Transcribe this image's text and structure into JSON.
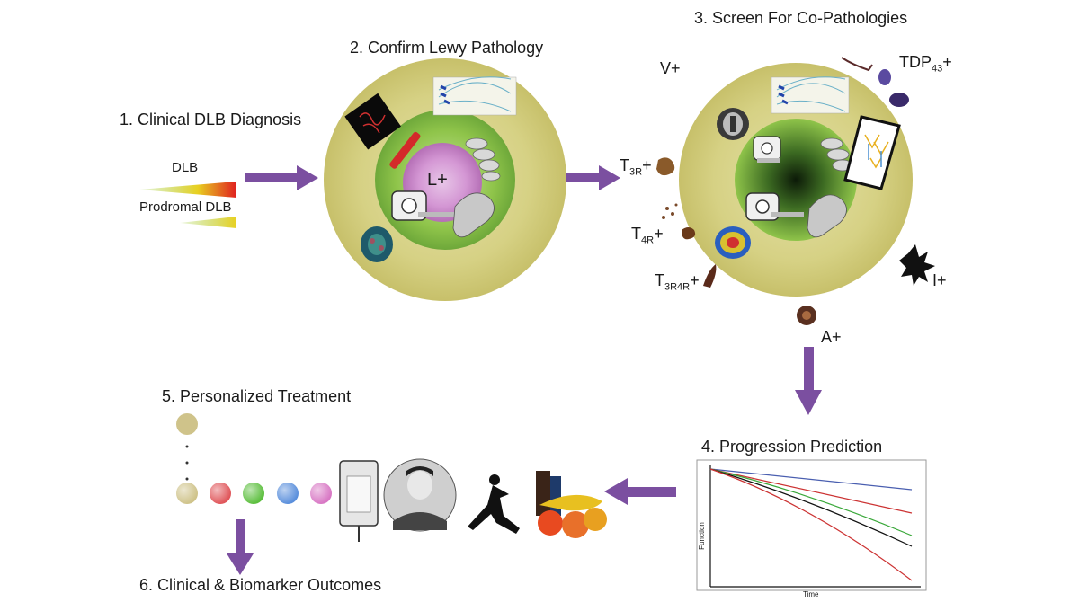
{
  "steps": {
    "step1": "1. Clinical DLB Diagnosis",
    "step2": "2. Confirm Lewy Pathology",
    "step3": "3. Screen For Co-Pathologies",
    "step4": "4. Progression Prediction",
    "step5": "5. Personalized Treatment",
    "step6": "6. Clinical & Biomarker Outcomes"
  },
  "gradient_labels": {
    "dlb": "DLB",
    "prodromal": "Prodromal DLB"
  },
  "circle_labels": {
    "lewy": "L+"
  },
  "copathology": {
    "vascular": "V+",
    "tdp_main": "TDP",
    "tdp_sub": "43",
    "t3r_sub": "3R",
    "t4r_sub": "4R",
    "t3r4r_sub": "3R4R",
    "tau_main": "T",
    "plus": "+",
    "inflammation": "I+",
    "amyloid": "A+"
  },
  "progression_chart": {
    "ylabel": "Function",
    "xlabel": "Time",
    "line_colors": [
      "#4a5fb0",
      "#cc3333",
      "#3aa83a",
      "#111111",
      "#cc3333"
    ]
  },
  "treatment_pills": {
    "colors": [
      "#cfc38a",
      "#e0565a",
      "#5cbf3e",
      "#5a8fdc",
      "#d877c4"
    ]
  },
  "colors": {
    "arrow": "#7b4fa0",
    "outer_ring": "#d9d488",
    "inner_ring": "#8fc44a"
  }
}
